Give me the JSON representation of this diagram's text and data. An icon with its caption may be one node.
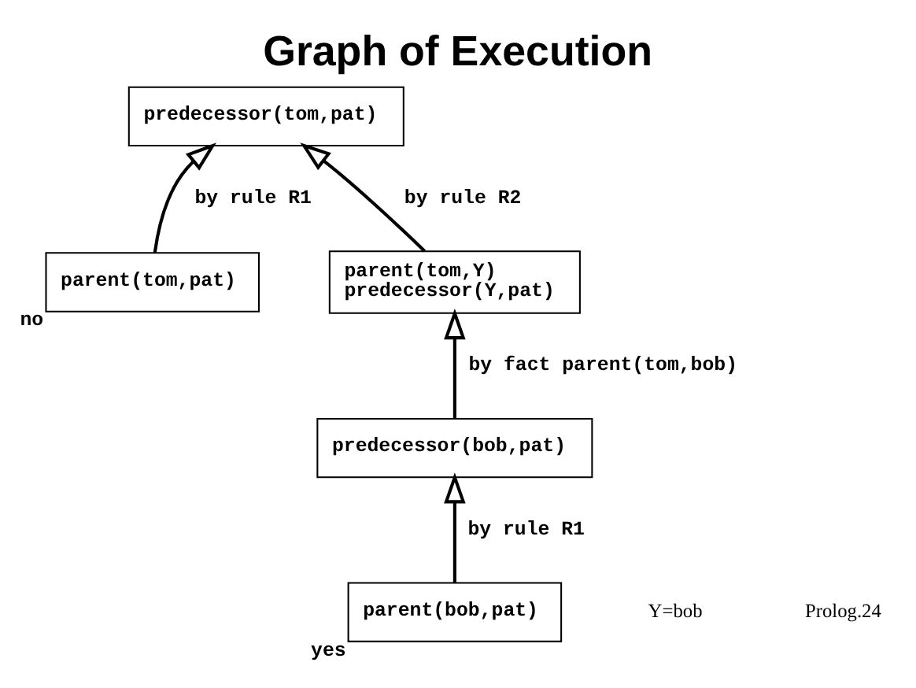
{
  "diagram": {
    "title": "Graph of Execution",
    "nodes": [
      {
        "text": [
          "predecessor(tom,pat)"
        ]
      },
      {
        "text": [
          "parent(tom,pat)"
        ],
        "beside": [
          "no"
        ]
      },
      {
        "text": [
          "parent(tom,Y)",
          "predecessor(Y,pat)"
        ]
      },
      {
        "text": [
          "predecessor(bob,pat)"
        ]
      },
      {
        "text": [
          "parent(bob,pat)"
        ],
        "beside": [
          "yes"
        ]
      }
    ],
    "edges": [
      {
        "from": 1,
        "to": 0,
        "arrow": "to",
        "label": "by rule R1"
      },
      {
        "from": 2,
        "to": 0,
        "arrow": "to",
        "label": "by rule R2"
      },
      {
        "from": 3,
        "to": 2,
        "arrow": "to",
        "label": "by fact parent(tom,bob)"
      },
      {
        "from": 4,
        "to": 3,
        "arrow": "to",
        "label": "by rule R1"
      }
    ],
    "labels": [
      "Y=bob",
      "Prolog.24"
    ]
  }
}
